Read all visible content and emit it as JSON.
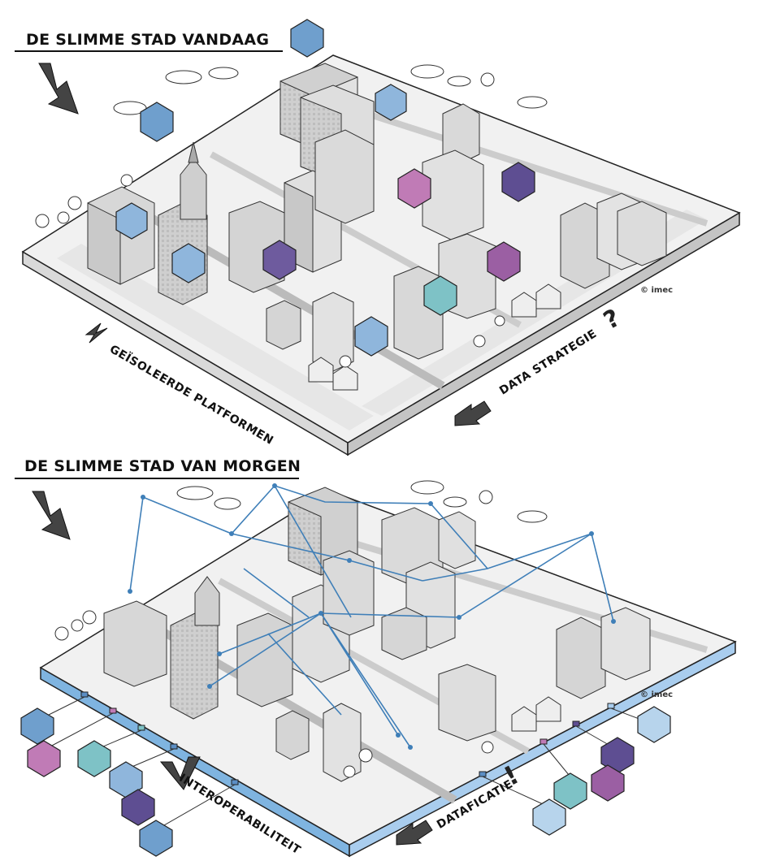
{
  "top": {
    "title": "DE SLIMME STAD VANDAAG",
    "label_left": "GEÏSOLEERDE PLATFORMEN",
    "label_right": "DATA STRATEGIE",
    "credit": "© imec"
  },
  "bottom": {
    "title": "DE SLIMME STAD VAN MORGEN",
    "label_left": "INTEROPERABILITEIT",
    "label_right": "DATAFICATIE",
    "credit": "© imec"
  },
  "colors": {
    "blue": "#6f9fcd",
    "light_blue": "#b7d4ec",
    "purple": "#6e5b9e",
    "magenta": "#c07bb6",
    "teal": "#7ec2c6",
    "line": "#3f7fb8",
    "building": "#d6d6d6"
  },
  "icons": [
    "weather-icon",
    "factory-icon",
    "ambulance-icon",
    "parking-icon",
    "streetlight-icon",
    "car-icon",
    "bus-icon",
    "bicycle-icon",
    "people-icon",
    "water-icon"
  ]
}
